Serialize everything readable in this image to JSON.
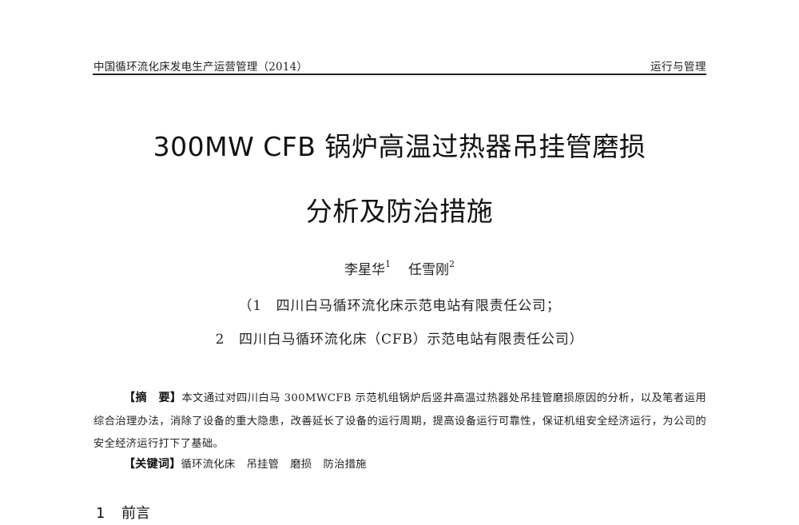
{
  "running_header": {
    "left": "中国循环流化床发电生产运营管理（2014）",
    "right": "运行与管理"
  },
  "title": {
    "line1": "300MW CFB 锅炉高温过热器吊挂管磨损",
    "line2": "分析及防治措施"
  },
  "authors": [
    {
      "name": "李星华",
      "affiliation_mark": "1"
    },
    {
      "name": "任雪刚",
      "affiliation_mark": "2"
    }
  ],
  "affiliations": {
    "line1": "（1　四川白马循环流化床示范电站有限责任公司；",
    "line2": "2　四川白马循环流化床（CFB）示范电站有限责任公司）"
  },
  "abstract": {
    "label": "【摘　要】",
    "text": "本文通过对四川白马 300MWCFB 示范机组锅炉后竖井高温过热器处吊挂管磨损原因的分析，以及笔者运用综合治理办法，消除了设备的重大隐患，改善延长了设备的运行周期，提高设备运行可靠性，保证机组安全经济运行，为公司的安全经济运行打下了基础。"
  },
  "keywords": {
    "label": "【关键词】",
    "items": [
      "循环流化床",
      "吊挂管",
      "磨损",
      "防治措施"
    ]
  },
  "section": {
    "number": "1",
    "title": "前言"
  }
}
